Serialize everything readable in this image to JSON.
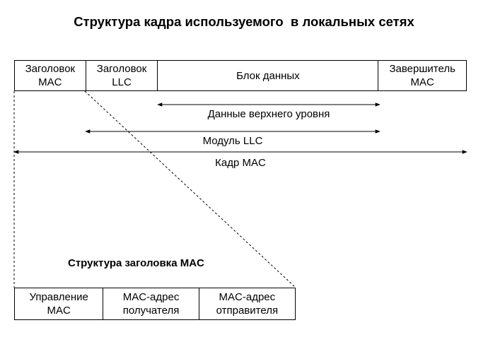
{
  "title": "Структура кадра используемого  в локальных сетях",
  "frame": {
    "fields": [
      {
        "line1": "Заголовок",
        "line2": "MAC"
      },
      {
        "line1": "Заголовок",
        "line2": "LLC"
      },
      {
        "line1": "Блок данных",
        "line2": ""
      },
      {
        "line1": "Завершитель",
        "line2": "MAC"
      }
    ]
  },
  "spans": {
    "upper_data": "Данные верхнего уровня",
    "llc_module": "Модуль LLC",
    "mac_frame": "Кадр MAC"
  },
  "mac_header": {
    "title": "Структура заголовка MAC",
    "fields": [
      {
        "line1": "Управление",
        "line2": "MAC"
      },
      {
        "line1": "MAC-адрес",
        "line2": "получателя"
      },
      {
        "line1": "MAC-адрес",
        "line2": "отправителя"
      }
    ]
  }
}
